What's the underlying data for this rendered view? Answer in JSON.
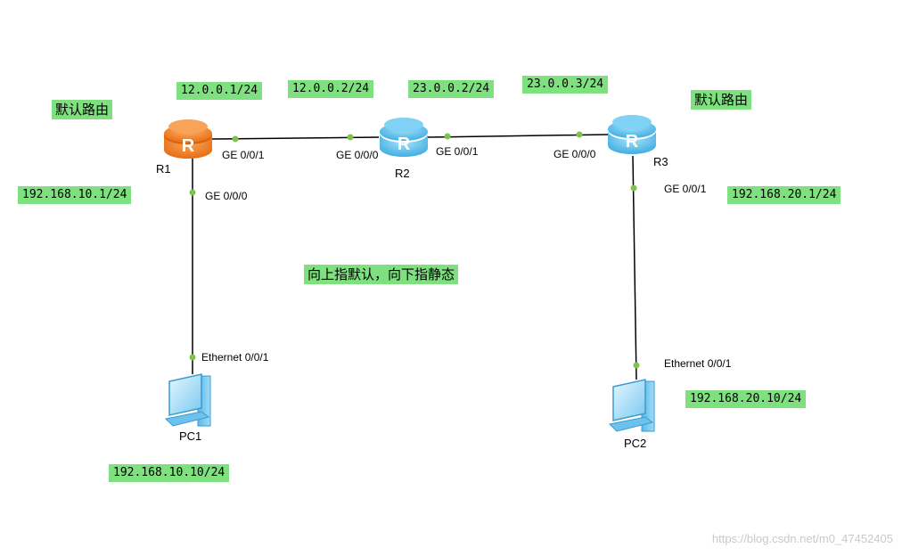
{
  "labels": {
    "r1_default_route": "默认路由",
    "r3_default_route": "默认路由",
    "center_note": "向上指默认，向下指静态"
  },
  "ips": {
    "r1_ge001": "12.0.0.1/24",
    "r2_ge000": "12.0.0.2/24",
    "r2_ge001": "23.0.0.2/24",
    "r3_ge000": "23.0.0.3/24",
    "r1_ge000": "192.168.10.1/24",
    "r3_ge001": "192.168.20.1/24",
    "pc1": "192.168.10.10/24",
    "pc2": "192.168.20.10/24"
  },
  "devices": {
    "r1": "R1",
    "r2": "R2",
    "r3": "R3",
    "pc1": "PC1",
    "pc2": "PC2"
  },
  "ports": {
    "r1_ge001": "GE 0/0/1",
    "r2_ge000": "GE 0/0/0",
    "r2_ge001": "GE 0/0/1",
    "r3_ge000": "GE 0/0/0",
    "r1_ge000": "GE 0/0/0",
    "r3_ge001": "GE 0/0/1",
    "pc1_eth": "Ethernet 0/0/1",
    "pc2_eth": "Ethernet 0/0/1"
  },
  "watermark": "https://blog.csdn.net/m0_47452405",
  "colors": {
    "label_bg": "#7ee07e",
    "link": "#000000",
    "port_dot": "#7ec44a",
    "router_r1": "#f4832a",
    "router_r2_r3": "#5cc0ee"
  }
}
